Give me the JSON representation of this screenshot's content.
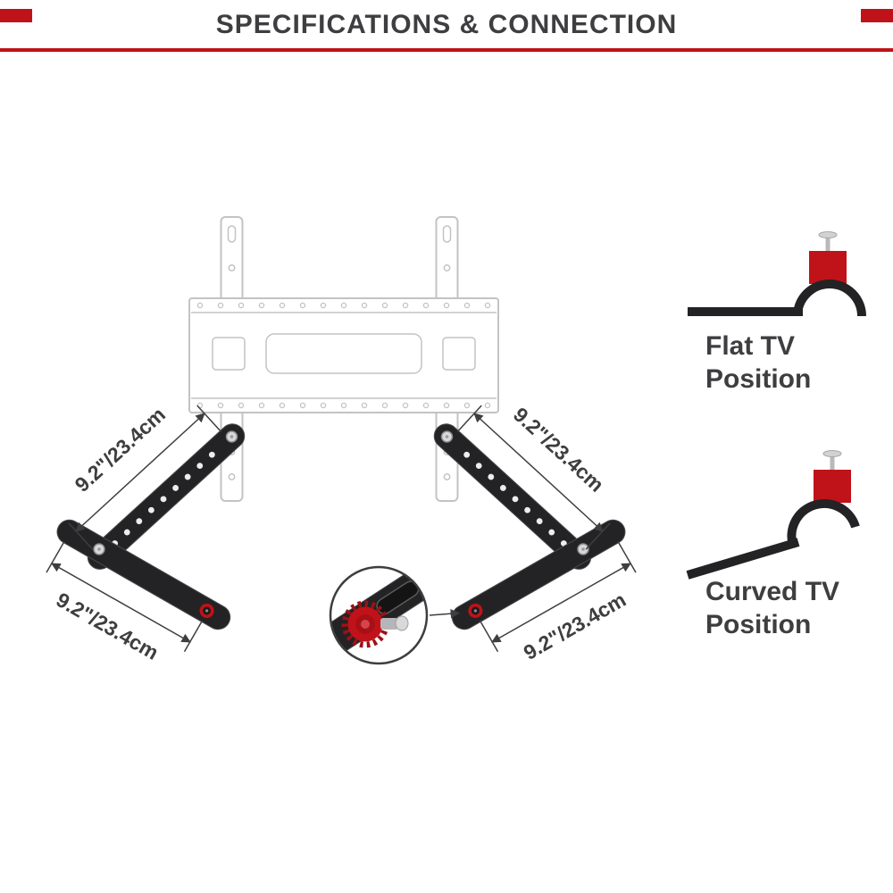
{
  "header": {
    "title": "SPECIFICATIONS & CONNECTION"
  },
  "diagram": {
    "dimension_labels": {
      "left_upper": "9.2\"/23.4cm",
      "left_lower": "9.2\"/23.4cm",
      "right_upper": "9.2\"/23.4cm",
      "right_lower": "9.2\"/23.4cm"
    }
  },
  "legend": {
    "flat": {
      "line1": "Flat TV",
      "line2": "Position"
    },
    "curved": {
      "line1": "Curved TV",
      "line2": "Position"
    }
  },
  "colors": {
    "accent_red": "#c01219",
    "text_dark": "#3e3e40",
    "line_dark": "#232325",
    "mount_gray": "#c3c3c5"
  }
}
